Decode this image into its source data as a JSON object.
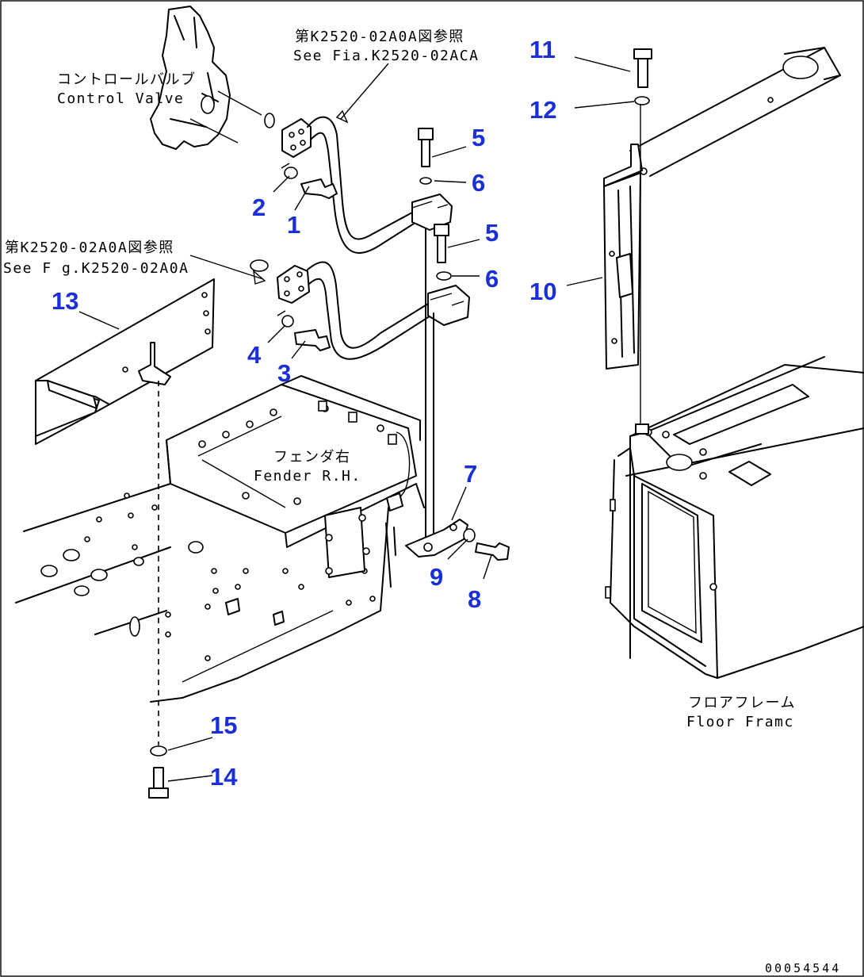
{
  "callouts": {
    "c1": "1",
    "c2": "2",
    "c3": "3",
    "c4": "4",
    "c5a": "5",
    "c5b": "5",
    "c6a": "6",
    "c6b": "6",
    "c7": "7",
    "c8": "8",
    "c9": "9",
    "c10": "10",
    "c11": "11",
    "c12": "12",
    "c13": "13",
    "c14": "14",
    "c15": "15"
  },
  "labels": {
    "control_valve_jp": "コントロールバルブ",
    "control_valve_en": "Control Valve",
    "ref_top_jp": "第K2520-02A0A図参照",
    "ref_top_en": "See Fia.K2520-02ACA",
    "ref_mid_jp": "第K2520-02A0A図参照",
    "ref_mid_en": "See F g.K2520-02A0A",
    "fender_jp": "フェンダ右",
    "fender_en": "Fender R.H.",
    "floor_jp": "フロアフレーム",
    "floor_en": "Floor Framc"
  },
  "drawing_code": "00054544",
  "colors": {
    "callout": "#1a2fd6",
    "line": "#000000"
  }
}
